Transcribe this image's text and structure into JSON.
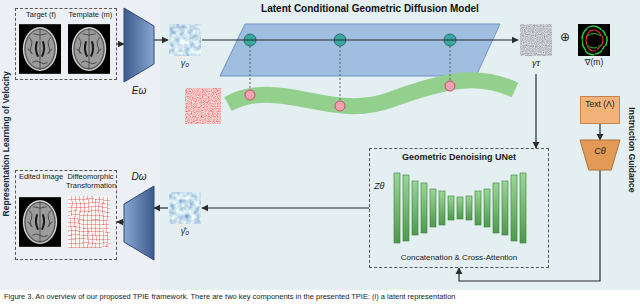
{
  "diagram": {
    "caption": "Figure 3. An overview of our proposed TPIE framework. There are two key components in the presented TPIE: (i) a latent representation",
    "nodes": [
      {
        "text": [
          "Representation Learning of Velocity"
        ]
      },
      {
        "text": [
          "Target (f)",
          "Template (m)"
        ],
        "in": 0
      },
      {
        "text": [
          "Eω"
        ],
        "in": 0
      },
      {
        "text": [
          "Latent Conditional Geometric Diffusion Model"
        ]
      },
      {
        "text": [
          "γ₀"
        ],
        "in": 3
      },
      {
        "text": [
          "γτ"
        ],
        "in": 3
      },
      {
        "text": [
          "∇(m)"
        ],
        "in": 3
      },
      {
        "text": [
          "Text (Λ)"
        ],
        "in": 3
      },
      {
        "text": [
          "Cθ"
        ],
        "in": 3
      },
      {
        "text": [
          "Geometric Denoising UNet",
          "Zθ",
          "Concatenation & Cross-Attention"
        ],
        "in": 3
      },
      {
        "text": [
          "γ̂₀"
        ],
        "in": 3
      },
      {
        "text": [
          "Dω"
        ],
        "in": 0
      },
      {
        "text": [
          "Edited Image",
          "Diffeomorphic Transformation"
        ],
        "in": 0
      }
    ],
    "edges": [
      {
        "from": 1,
        "to": 2,
        "arrow": "to"
      },
      {
        "from": 2,
        "to": 4,
        "arrow": "to"
      },
      {
        "from": 4,
        "to": 5,
        "arrow": "to"
      },
      {
        "from": 5,
        "to": 9,
        "arrow": "to"
      },
      {
        "from": 7,
        "to": 8,
        "arrow": "to"
      },
      {
        "from": 8,
        "to": 9,
        "arrow": "to"
      },
      {
        "from": 9,
        "to": 10,
        "arrow": "to"
      },
      {
        "from": 10,
        "to": 11,
        "arrow": "to"
      },
      {
        "from": 11,
        "to": 12,
        "arrow": "to"
      }
    ],
    "labels": [
      "⊕",
      "Instruction Guidance"
    ]
  }
}
